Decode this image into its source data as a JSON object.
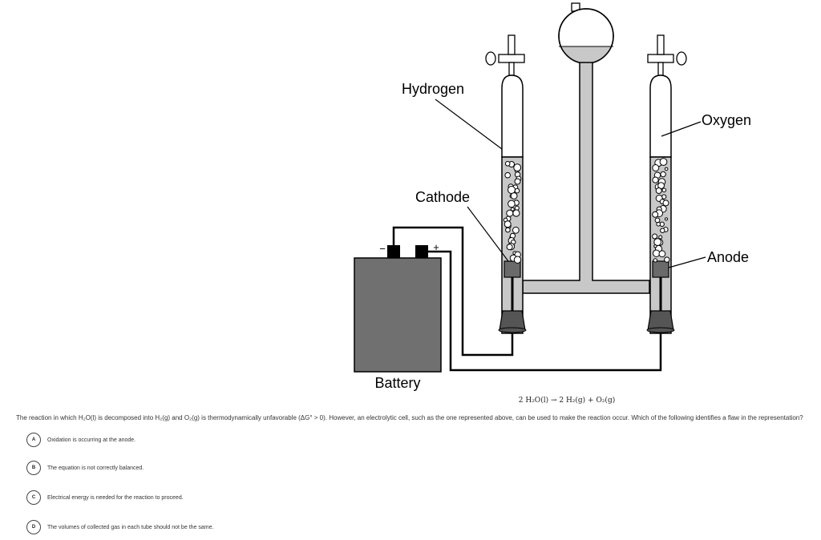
{
  "diagram": {
    "labels": {
      "hydrogen": "Hydrogen",
      "oxygen": "Oxygen",
      "cathode": "Cathode",
      "anode": "Anode",
      "battery": "Battery",
      "minus": "−",
      "plus": "+"
    },
    "colors": {
      "electrolyte": "#c8c8c8",
      "battery": "#707070",
      "electrode": "#6a6a6a",
      "stopper": "#555555",
      "outline": "#000000"
    }
  },
  "equation": "2 H₂O(l) → 2 H₂(g) + O₂(g)",
  "question": "The reaction in which H₂O(l) is decomposed into H₂(g) and O₂(g) is thermodynamically unfavorable (ΔG° > 0). However, an electrolytic cell, such as the one represented above, can be used to make the reaction occur. Which of the following identifies a flaw in the representation?",
  "choices": [
    {
      "letter": "A",
      "text": "Oxidation is occurring at the anode."
    },
    {
      "letter": "B",
      "text": "The equation is not correctly balanced."
    },
    {
      "letter": "C",
      "text": "Electrical energy is needed for the reaction to proceed."
    },
    {
      "letter": "D",
      "text": "The volumes of collected gas in each tube should not be the same."
    }
  ]
}
